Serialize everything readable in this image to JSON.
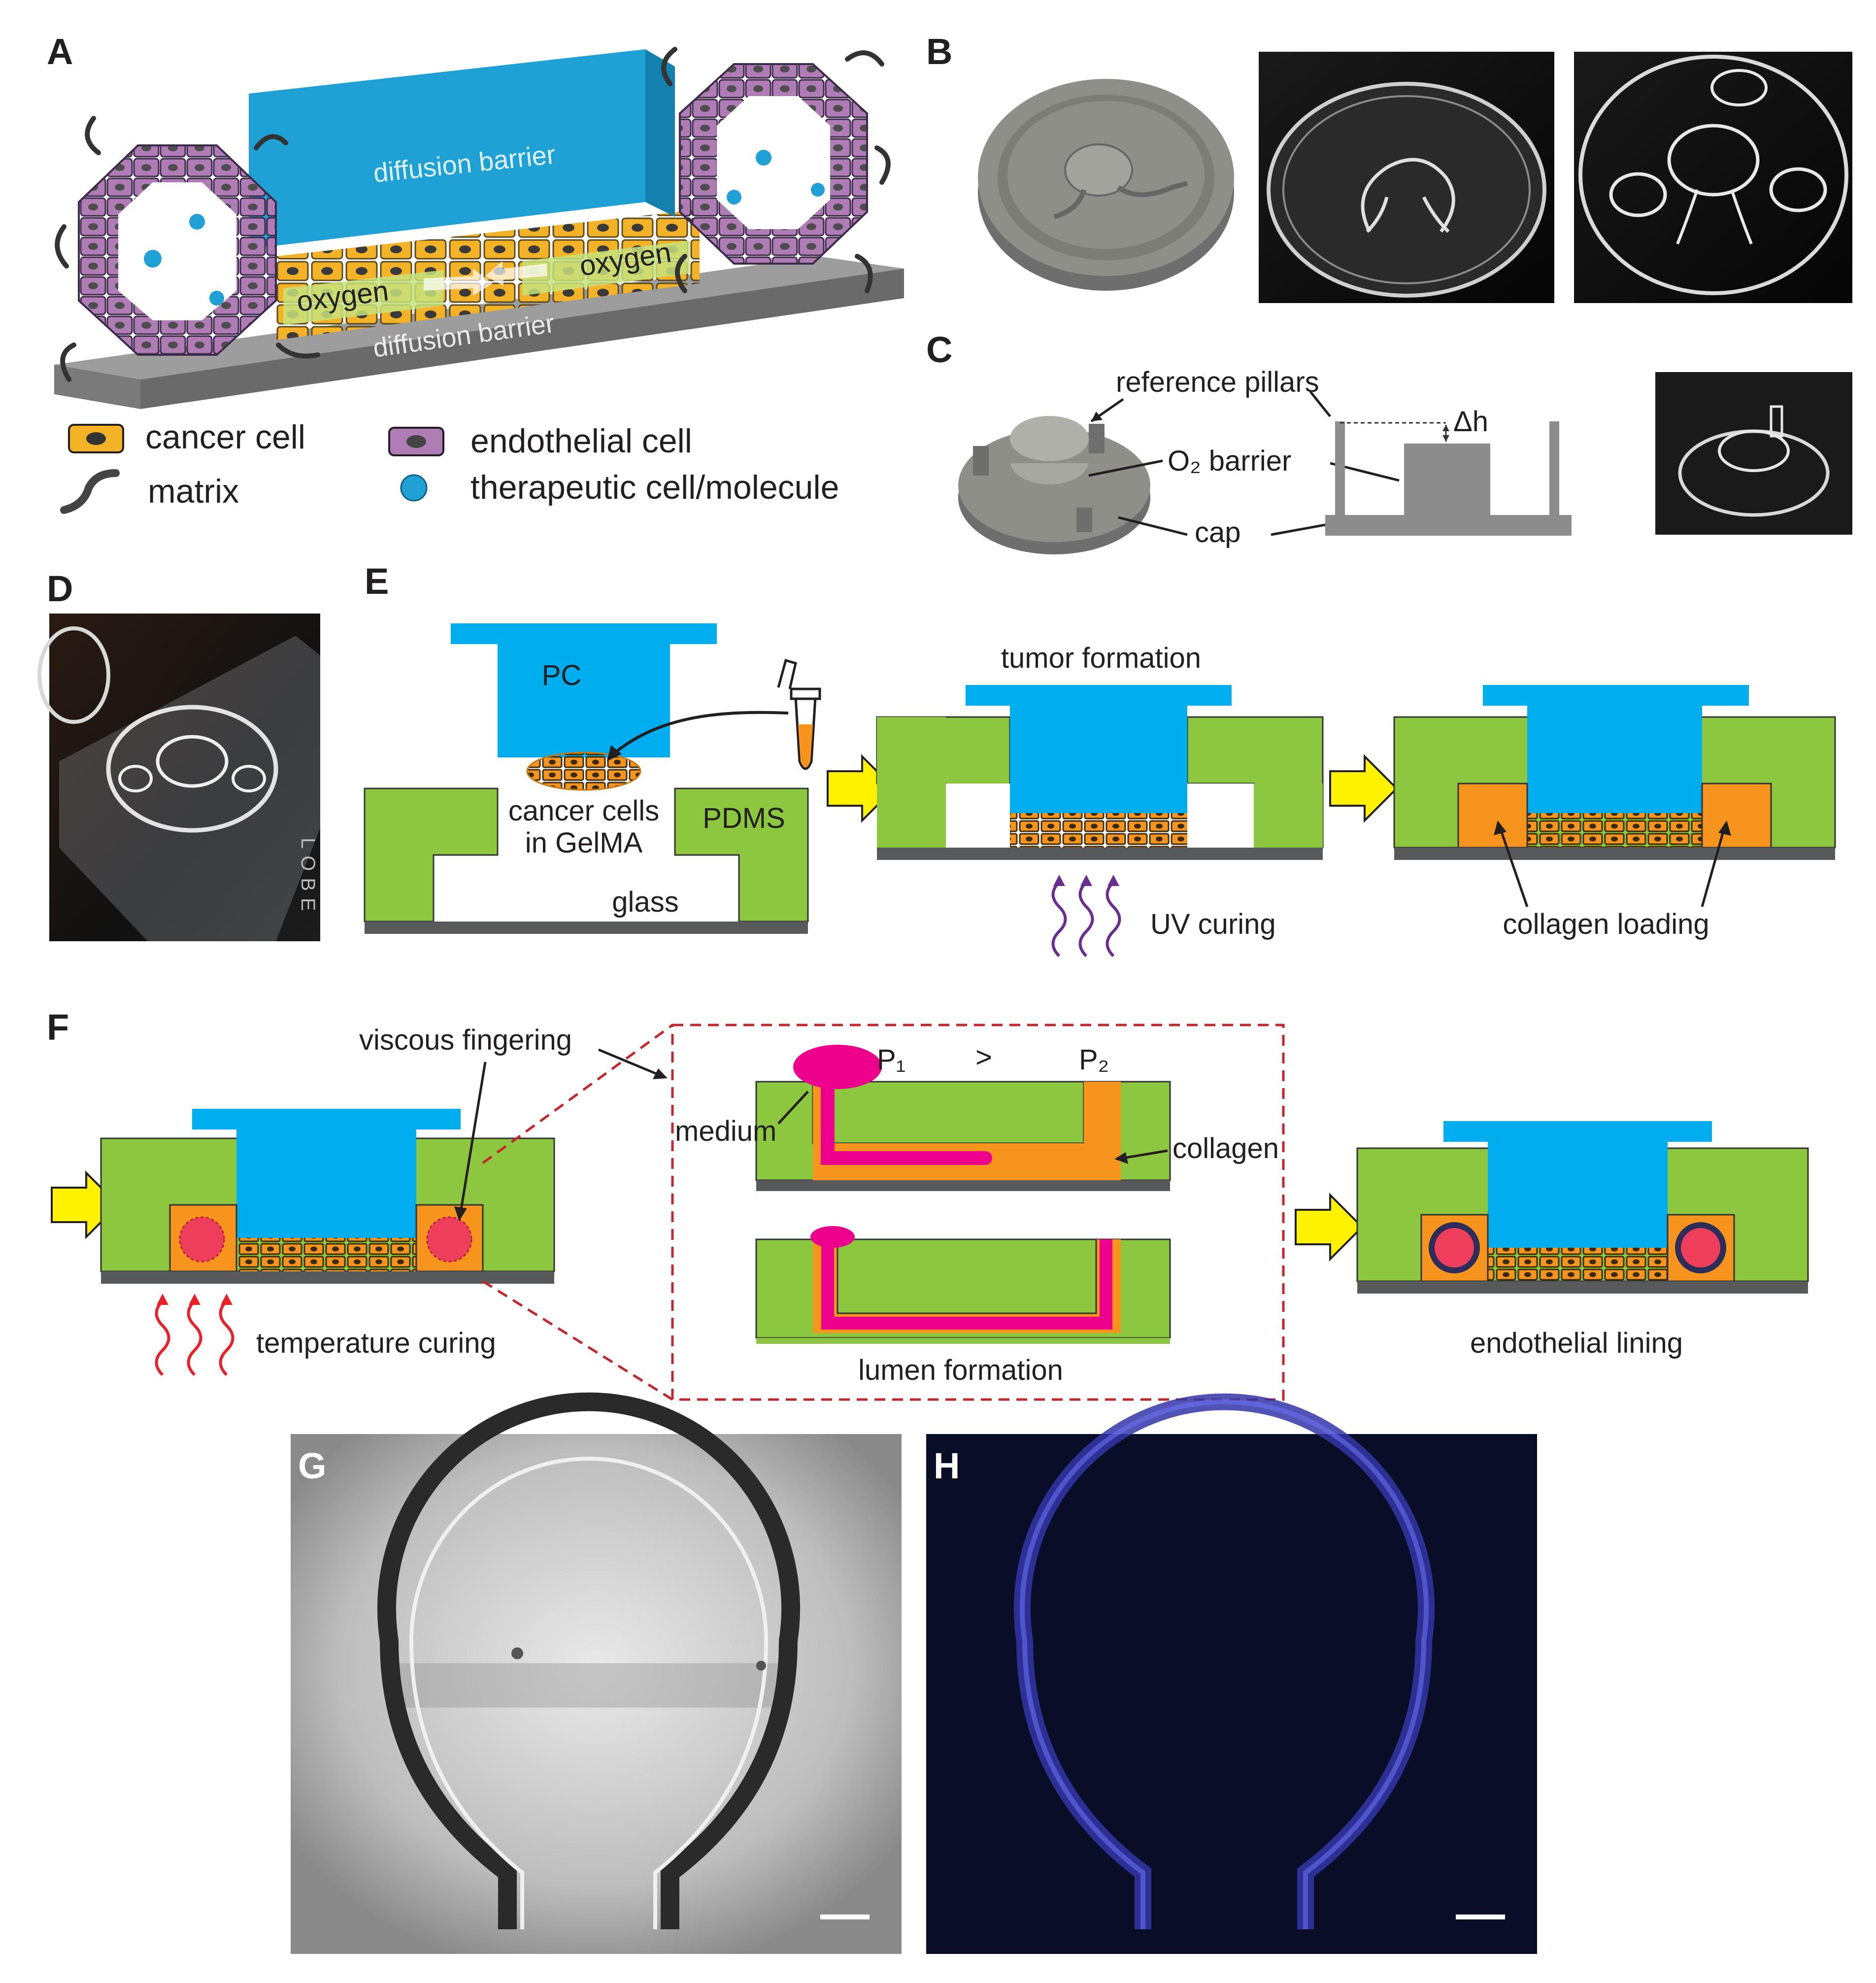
{
  "panels": {
    "a": {
      "letter": "A",
      "diffusion_barrier_top": "diffusion barrier",
      "diffusion_barrier_bottom": "diffusion barrier",
      "oxygen_left": "oxygen",
      "oxygen_right": "oxygen"
    },
    "b": {
      "letter": "B"
    },
    "c": {
      "letter": "C",
      "reference_pillars": "reference pillars",
      "o2_barrier": "O₂ barrier",
      "cap": "cap",
      "delta_h": "Δh"
    },
    "d": {
      "letter": "D",
      "slide_text": "LOBE"
    },
    "e": {
      "letter": "E",
      "pc": "PC",
      "pdms": "PDMS",
      "cancer_cells_line1": "cancer cells",
      "cancer_cells_line2": "in GelMA",
      "glass": "glass",
      "tumor_formation": "tumor formation",
      "uv_curing": "UV curing",
      "collagen_loading": "collagen loading"
    },
    "f": {
      "letter": "F",
      "viscous_fingering": "viscous fingering",
      "temperature_curing": "temperature curing",
      "medium": "medium",
      "p1": "P₁",
      "gt": ">",
      "p2": "P₂",
      "collagen": "collagen",
      "lumen_formation": "lumen formation",
      "endothelial_lining": "endothelial lining"
    },
    "g": {
      "letter": "G"
    },
    "h": {
      "letter": "H"
    }
  },
  "legend": {
    "cancer_cell": "cancer cell",
    "matrix": "matrix",
    "endothelial_cell": "endothelial cell",
    "therapeutic": "therapeutic cell/molecule"
  },
  "colors": {
    "barrier_blue": "#1fa1d5",
    "pc_blue": "#00adef",
    "pdms_green": "#8dc63f",
    "collagen_orange": "#f7941d",
    "medium_magenta": "#ec008c",
    "cancer_yellow": "#f4b326",
    "endothelial_purple": "#b07cb5",
    "glass_gray": "#58595b",
    "lumen_red": "#ed3e5c",
    "uv_purple": "#6a2c8e",
    "heat_red": "#e8202a",
    "arrow_yellow": "#fff200",
    "dashed_red": "#c1272d"
  }
}
